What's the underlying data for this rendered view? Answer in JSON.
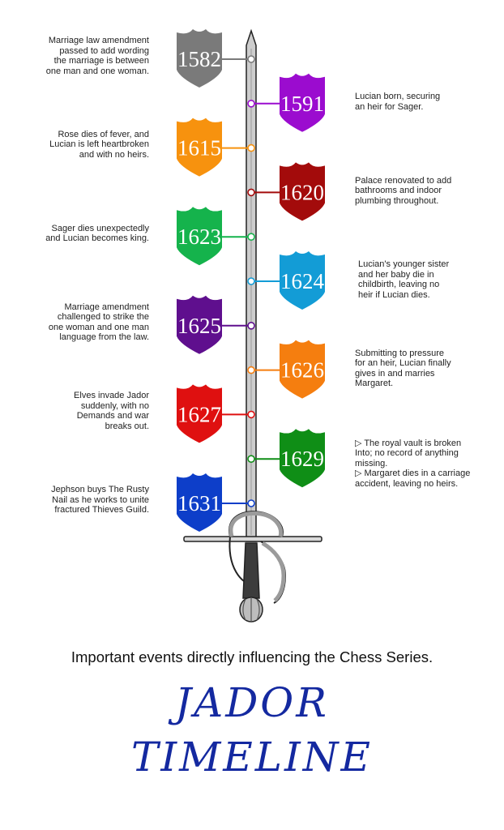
{
  "colors": {
    "blade": "#cdcdcd",
    "outline": "#222222",
    "text": "#222222",
    "title": "#1429a0"
  },
  "events": [
    {
      "year": "1582",
      "side": "left",
      "color": "#7a7a7a",
      "lines": [
        "Marriage law amendment",
        "passed to add wording",
        "the marriage is between",
        "one man and one woman."
      ]
    },
    {
      "year": "1591",
      "side": "right",
      "color": "#9b0ccf",
      "lines": [
        "Lucian born, securing",
        "an heir for Sager."
      ]
    },
    {
      "year": "1615",
      "side": "left",
      "color": "#f7920e",
      "lines": [
        "Rose dies of fever, and",
        "Lucian is left heartbroken",
        "and with no heirs."
      ]
    },
    {
      "year": "1620",
      "side": "right",
      "color": "#a30b0b",
      "lines": [
        "Palace renovated to add",
        "bathrooms and indoor",
        "plumbing throughout."
      ]
    },
    {
      "year": "1623",
      "side": "left",
      "color": "#15b34c",
      "lines": [
        "Sager dies unexpectedly",
        "and Lucian becomes king."
      ]
    },
    {
      "year": "1624",
      "side": "right",
      "color": "#139cd6",
      "lines": [
        "Lucian's younger sister",
        "and her baby die in",
        "childbirth, leaving no",
        "heir if Lucian dies."
      ]
    },
    {
      "year": "1625",
      "side": "left",
      "color": "#5f0f8e",
      "lines": [
        "Marriage amendment",
        "challenged to strike the",
        "one woman and one man",
        "language from the law."
      ]
    },
    {
      "year": "1626",
      "side": "right",
      "color": "#f57e0f",
      "lines": [
        "Submitting to pressure",
        "for an heir, Lucian finally",
        "gives in and marries",
        "Margaret."
      ]
    },
    {
      "year": "1627",
      "side": "left",
      "color": "#df1010",
      "lines": [
        "Elves invade Jador",
        "suddenly, with no",
        "Demands and war",
        "breaks out."
      ]
    },
    {
      "year": "1629",
      "side": "right",
      "color": "#0f8e16",
      "lines": [
        "▷ The royal vault is broken",
        "Into; no record of anything",
        "missing.",
        "▷ Margaret dies in a carriage",
        "accident, leaving no heirs."
      ]
    },
    {
      "year": "1631",
      "side": "left",
      "color": "#0d3ec9",
      "lines": [
        "Jephson buys The Rusty",
        "Nail as he works to unite",
        "fractured Thieves Guild."
      ]
    }
  ],
  "subtitle": "Important events directly influencing the Chess Series.",
  "title": {
    "line1": "JADOR",
    "line2": "TIMELINE"
  }
}
